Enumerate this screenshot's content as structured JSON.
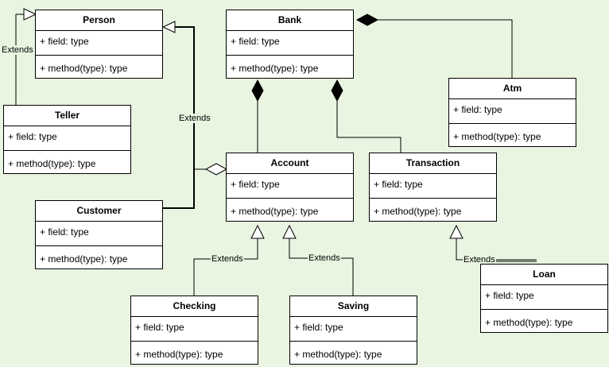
{
  "classes": {
    "person": {
      "name": "Person",
      "field": "+ field: type",
      "method": "+ method(type): type"
    },
    "bank": {
      "name": "Bank",
      "field": "+ field: type",
      "method": "+ method(type): type"
    },
    "teller": {
      "name": "Teller",
      "field": "+ field: type",
      "method": "+ method(type): type"
    },
    "atm": {
      "name": "Atm",
      "field": "+ field: type",
      "method": "+ method(type): type"
    },
    "account": {
      "name": "Account",
      "field": "+ field: type",
      "method": "+ method(type): type"
    },
    "transaction": {
      "name": "Transaction",
      "field": "+ field: type",
      "method": "+ method(type): type"
    },
    "customer": {
      "name": "Customer",
      "field": "+ field: type",
      "method": "+ method(type): type"
    },
    "checking": {
      "name": "Checking",
      "field": "+ field: type",
      "method": "+ method(type): type"
    },
    "saving": {
      "name": "Saving",
      "field": "+ field: type",
      "method": "+ method(type): type"
    },
    "loan": {
      "name": "Loan",
      "field": "+ field: type",
      "method": "+ method(type): type"
    }
  },
  "labels": {
    "teller_extends": "Extends",
    "customer_extends": "Extends",
    "checking_extends": "Extends",
    "saving_extends": "Extends",
    "loan_extends": "Extends"
  },
  "colors": {
    "background": "#e9f5e1",
    "line": "#000000",
    "box": "#ffffff"
  }
}
